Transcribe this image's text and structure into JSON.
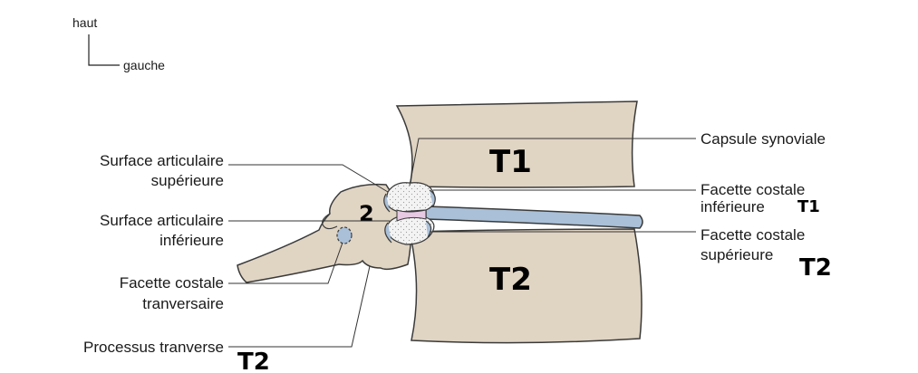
{
  "orientation": {
    "up": "haut",
    "left": "gauche"
  },
  "labels": {
    "surface_sup_line1": "Surface articulaire",
    "surface_sup_line2": "supérieure",
    "surface_inf_line1": "Surface articulaire",
    "surface_inf_line2": "inférieure",
    "facette_transv_line1": "Facette costale",
    "facette_transv_line2": "tranversaire",
    "processus": "Processus tranverse",
    "capsule": "Capsule synoviale",
    "facette_inf_line1": "Facette costale",
    "facette_inf_line2": "inférieure",
    "facette_sup_line1": "Facette costale",
    "facette_sup_line2": "supérieure"
  },
  "handwritten": {
    "vertebra_top": "T1",
    "vertebra_bottom": "T2",
    "rib_number": "2",
    "facette_inf_tag": "T1",
    "facette_sup_tag": "T2",
    "processus_tag": "T2"
  },
  "colors": {
    "bone": "#e0d4c3",
    "outline": "#3a3a3a",
    "cartilage": "#a9c0d8",
    "synovial": "#e7c9e3",
    "joint_fill": "#f2f2f2"
  }
}
